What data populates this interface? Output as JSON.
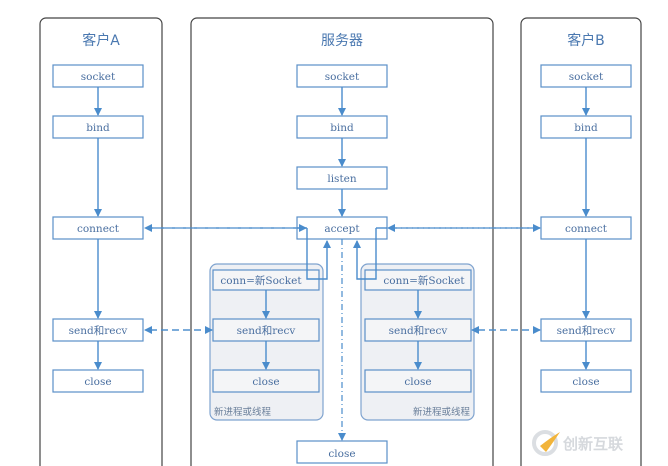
{
  "client_a": {
    "title": "客户A",
    "steps": [
      "socket",
      "bind",
      "connect",
      "send和recv",
      "close"
    ]
  },
  "server": {
    "title": "服务器",
    "steps": [
      "socket",
      "bind",
      "listen",
      "accept",
      "close"
    ],
    "workers": [
      {
        "steps": [
          "conn=新Socket",
          "send和recv",
          "close"
        ],
        "label": "新进程或线程"
      },
      {
        "steps": [
          "conn=新Socket",
          "send和recv",
          "close"
        ],
        "label": "新进程或线程"
      }
    ]
  },
  "client_b": {
    "title": "客户B",
    "steps": [
      "socket",
      "bind",
      "connect",
      "send和recv",
      "close"
    ]
  },
  "watermark": {
    "text": "创新互联"
  },
  "colors": {
    "line": "#4a8ccc",
    "text": "#4a6fa0",
    "panel_border": "#444444"
  }
}
